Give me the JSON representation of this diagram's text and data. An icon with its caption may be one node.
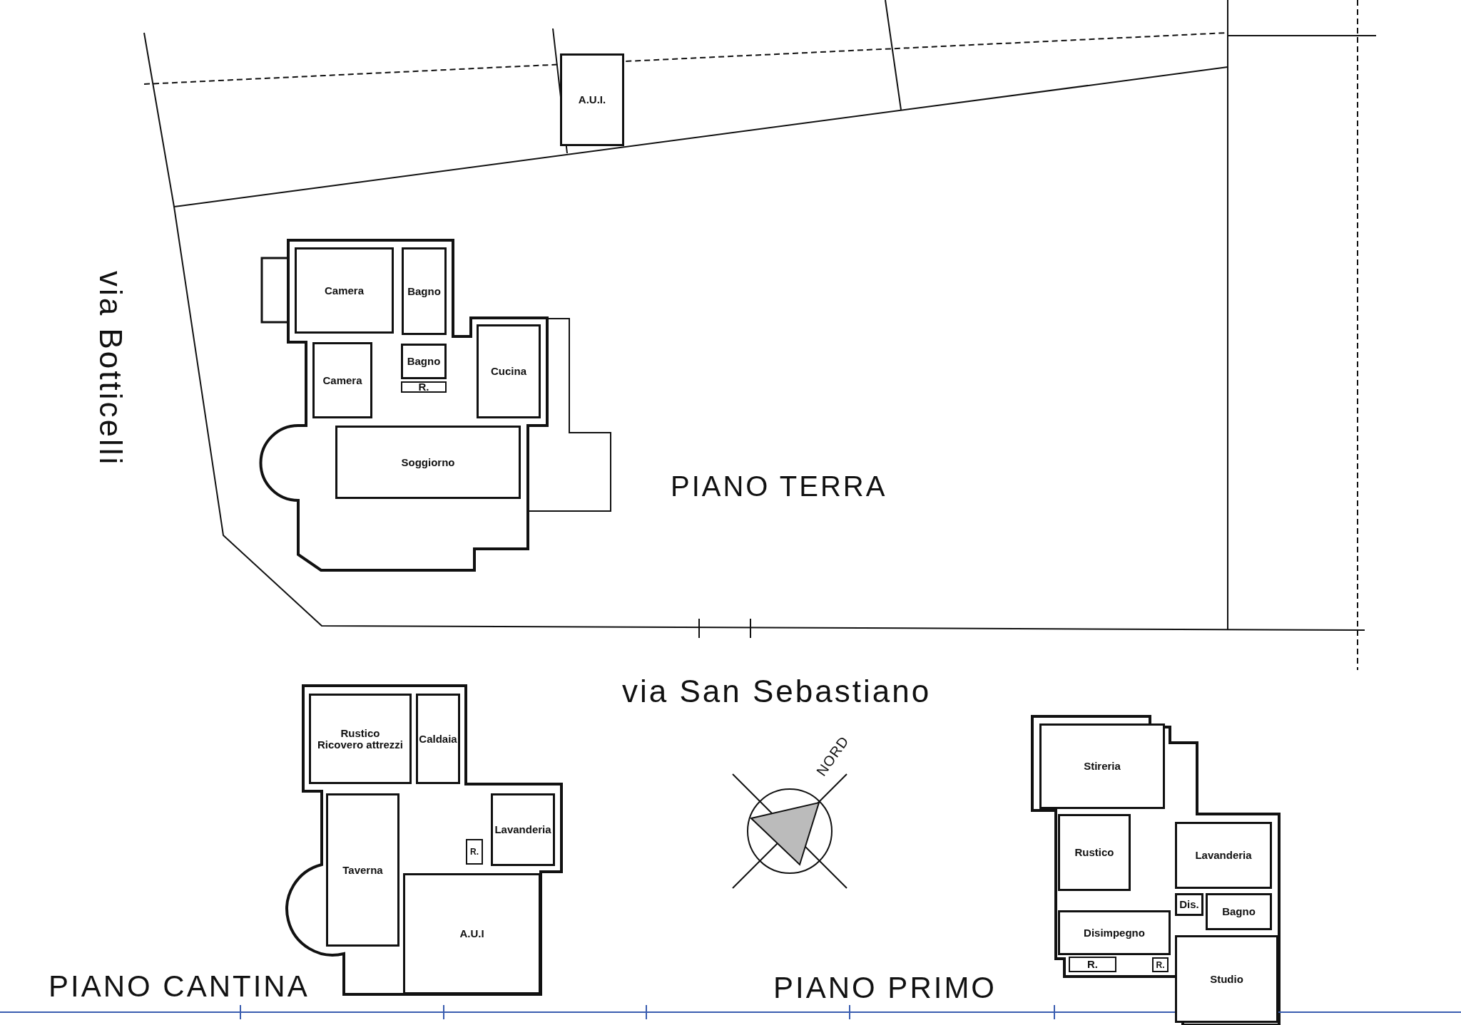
{
  "diagram": {
    "nodes": [
      {
        "text": [
          "A.U.I."
        ]
      },
      {
        "text": [
          "Camera"
        ]
      },
      {
        "text": [
          "Bagno"
        ]
      },
      {
        "text": [
          "Bagno"
        ]
      },
      {
        "text": [
          "R."
        ]
      },
      {
        "text": [
          "Camera"
        ]
      },
      {
        "text": [
          "Cucina"
        ]
      },
      {
        "text": [
          "Soggiorno"
        ]
      },
      {
        "text": [
          "Rustico",
          "Ricovero attrezzi"
        ]
      },
      {
        "text": [
          "Caldaia"
        ]
      },
      {
        "text": [
          "Lavanderia"
        ]
      },
      {
        "text": [
          "Taverna"
        ]
      },
      {
        "text": [
          "R."
        ]
      },
      {
        "text": [
          "A.U.I"
        ]
      },
      {
        "text": [
          "Stireria"
        ]
      },
      {
        "text": [
          "Rustico"
        ]
      },
      {
        "text": [
          "Lavanderia"
        ]
      },
      {
        "text": [
          "Dis."
        ]
      },
      {
        "text": [
          "Bagno"
        ]
      },
      {
        "text": [
          "Disimpegno"
        ]
      },
      {
        "text": [
          "R."
        ]
      },
      {
        "text": [
          "R."
        ]
      },
      {
        "text": [
          "Studio"
        ]
      }
    ],
    "edges": [],
    "labels": [
      "via Botticelli",
      "PIANO TERRA",
      "via San Sebastiano",
      "NORD",
      "PIANO CANTINA",
      "PIANO PRIMO"
    ]
  }
}
